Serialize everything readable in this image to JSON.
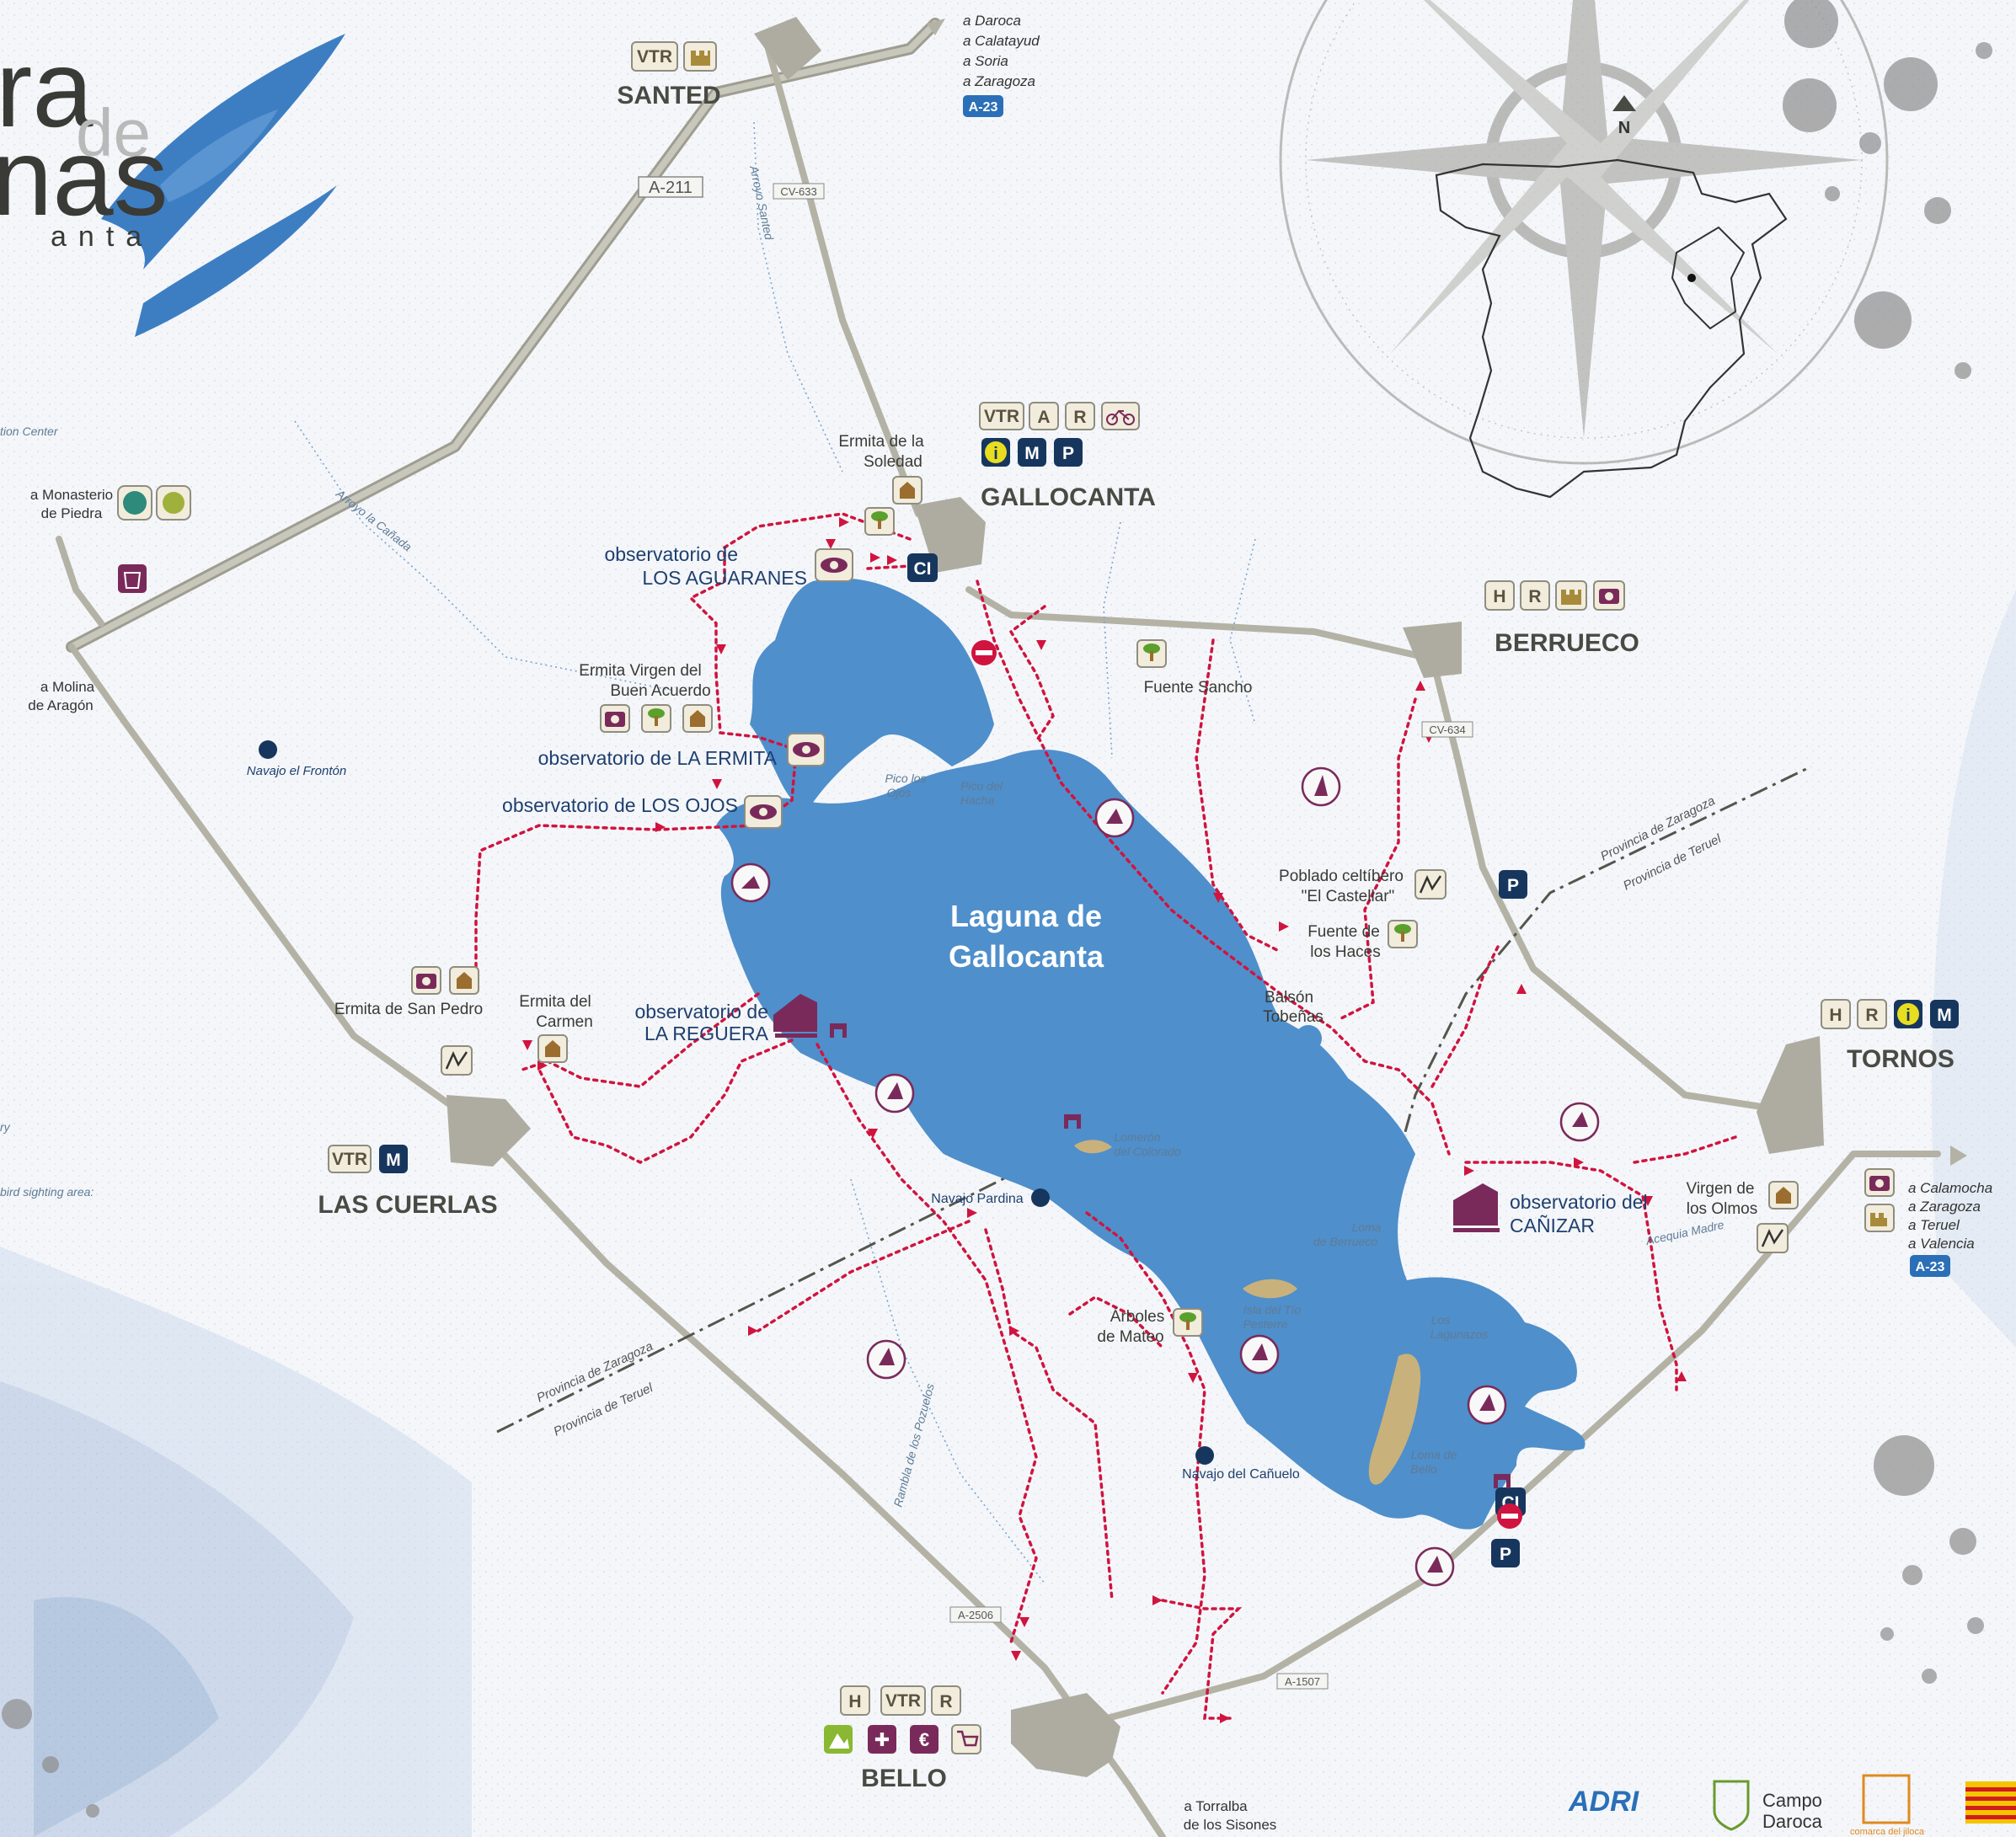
{
  "brand": {
    "title_part1": "ra",
    "title_part2": "de",
    "title_part3": "nas",
    "subtitle": "anta"
  },
  "lake": {
    "name_line1": "Laguna de",
    "name_line2": "Gallocanta"
  },
  "towns": {
    "santed": "SANTED",
    "gallocanta": "GALLOCANTA",
    "berrueco": "BERRUECO",
    "tornos": "TORNOS",
    "las_cuerlas": "LAS CUERLAS",
    "bello": "BELLO"
  },
  "observatories": {
    "aguaranes_1": "observatorio de",
    "aguaranes_2": "LOS AGUARANES",
    "ermita": "observatorio de LA ERMITA",
    "ojos": "observatorio de LOS OJOS",
    "reguera_1": "observatorio de",
    "reguera_2": "LA REGUERA",
    "canizar_1": "observatorio del",
    "canizar_2": "CAÑIZAR"
  },
  "places": {
    "ermita_soledad_1": "Ermita de la",
    "ermita_soledad_2": "Soledad",
    "ermita_buen_acuerdo_1": "Ermita Virgen del",
    "ermita_buen_acuerdo_2": "Buen Acuerdo",
    "ermita_san_pedro": "Ermita de San Pedro",
    "ermita_carmen_1": "Ermita del",
    "ermita_carmen_2": "Carmen",
    "fuente_sancho": "Fuente Sancho",
    "poblado_1": "Poblado celtíbero",
    "poblado_2": "\"El Castellar\"",
    "fuente_haces_1": "Fuente de",
    "fuente_haces_2": "los Haces",
    "balson_1": "Balsón",
    "balson_2": "Tobeñas",
    "virgen_olmos_1": "Virgen de",
    "virgen_olmos_2": "los Olmos",
    "arboles_mateo_1": "Árboles",
    "arboles_mateo_2": "de Mateo",
    "navajo_pardina": "Navajo Pardina",
    "navajo_canuelo": "Navajo del Cañuelo",
    "navajo_fronton": "Navajo el Frontón",
    "monasterio_1": "a Monasterio",
    "monasterio_2": "de Piedra",
    "molina_1": "a Molina",
    "molina_2": "de Aragón",
    "torralba_1": "a Torralba",
    "torralba_2": "de los Sisones"
  },
  "lake_features": {
    "pico_ojos_1": "Pico los",
    "pico_ojos_2": "Ojos",
    "pico_hacha_1": "Pico del",
    "pico_hacha_2": "Hacha",
    "lomeron_1": "Lomerón",
    "lomeron_2": "del Colorado",
    "loma_berrueco_1": "Loma",
    "loma_berrueco_2": "de Berrueco",
    "isla_1": "Isla del Tío",
    "isla_2": "Pesterre",
    "lagunazos_1": "Los",
    "lagunazos_2": "Lagunazos",
    "loma_bello_1": "Loma de",
    "loma_bello_2": "Bello"
  },
  "streams": {
    "arroyo_santed": "Arroyo Santed",
    "arroyo_canada": "Arroyo la Cañada",
    "rambla_pozuelos": "Rambla de los Pozuelos",
    "acequia_madre": "Acequia Madre"
  },
  "provinces": {
    "zaragoza": "Provincia de Zaragoza",
    "teruel": "Provincia de Teruel"
  },
  "roads": {
    "a211": "A-211",
    "cv633": "CV-633",
    "cv634": "CV-634",
    "a2506": "A-2506",
    "a1507": "A-1507",
    "a23": "A-23"
  },
  "destinations_north": [
    "a Daroca",
    "a Calatayud",
    "a Soria",
    "a Zaragoza"
  ],
  "destinations_east": [
    "a Calamocha",
    "a Zaragoza",
    "a Teruel",
    "a Valencia"
  ],
  "compass_n": "N",
  "edge_fragments": {
    "left_1": "tion Center",
    "left_2": "ry",
    "left_3": "bird sighting area:"
  },
  "icons": {
    "vtr": "VTR",
    "h": "H",
    "r": "R",
    "a": "A",
    "m": "M",
    "p": "P",
    "i": "i",
    "ci": "CI",
    "euro": "€",
    "plus": "✚"
  },
  "logos": {
    "adri": "ADRI",
    "campo_daroca_1": "Campo",
    "campo_daroca_2": "Daroca",
    "comarca_jiloca": "comarca del jiloca"
  },
  "colors": {
    "lake": "#4f8fcb",
    "route": "#d0143f",
    "road": "#b3b2a5",
    "icon_purple": "#7a2a5a",
    "icon_navy": "#17365d",
    "icon_beige": "#f1ecdc"
  }
}
